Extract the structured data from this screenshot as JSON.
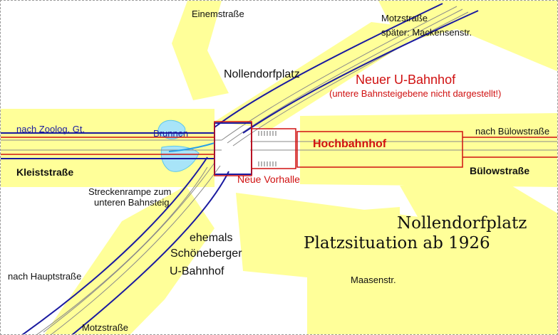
{
  "map": {
    "title_line1": "Nollendorfplatz",
    "title_line2": "Platzsituation ab 1926",
    "colors": {
      "street": "#ffff99",
      "track_outline": "#1a1aa0",
      "new_station": "#d01010",
      "track": "#8a8a8a",
      "water": "#a8e4f8",
      "background": "#ffffff"
    },
    "labels": {
      "einemstrasse": "Einemstraße",
      "motzstrasse_top": "Motzstraße",
      "mackensen": "später: Mackensenstr.",
      "nollendorfplatz_small": "Nollendorfplatz",
      "neuer_ubahnhof": "Neuer U-Bahnhof",
      "untere_ebene": "(untere Bahnsteigebene nicht dargestellt!)",
      "nach_zoolog": "nach Zoolog. Gt.",
      "brunnen": "Brunnen",
      "hochbahnhof": "Hochbahnhof",
      "nach_buelow": "nach Bülowstraße",
      "kleiststrasse": "Kleiststraße",
      "neue_vorhalle": "Neue Vorhalle",
      "buelowstrasse": "Bülowstraße",
      "streckenrampe_1": "Streckenrampe zum",
      "streckenrampe_2": "unteren Bahnsteig",
      "ehemals": "ehemals",
      "schoeneberger": "Schöneberger",
      "ubahnhof": "U-Bahnhof",
      "nach_haupt": "nach Hauptstraße",
      "maasenstr": "Maasenstr.",
      "motzstrasse_bottom": "Motzstraße"
    }
  }
}
